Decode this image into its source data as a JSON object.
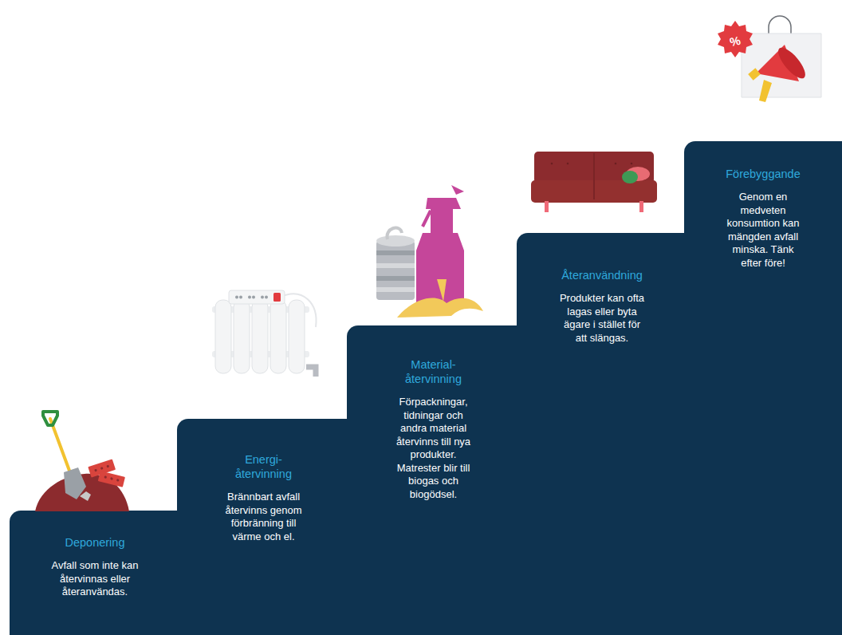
{
  "diagram": {
    "nodes": [
      {
        "text": [
          "Deponering",
          "Avfall som inte kan återvinnas eller återanvändas."
        ]
      },
      {
        "text": [
          "Energi- återvinning",
          "Brännbart avfall återvinns genom förbränning till värme och el."
        ]
      },
      {
        "text": [
          "Material- återvinning",
          "Förpackningar, tidningar och andra material återvinns till nya produkter. Matrester blir till biogas och biogödsel."
        ]
      },
      {
        "text": [
          "Återanvändning",
          "Produkter kan ofta lagas eller byta ägare i stället för att slängas."
        ]
      },
      {
        "text": [
          "Förebyggande",
          "Genom en medveten konsumtion kan mängden avfall minska. Tänk efter före!"
        ]
      }
    ],
    "labels": [
      "%"
    ]
  }
}
